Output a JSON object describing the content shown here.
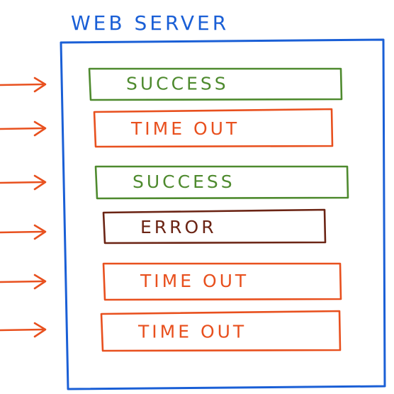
{
  "diagram": {
    "title": "WEB SERVER",
    "colors": {
      "server": "#1a5fd6",
      "arrow": "#e8501e",
      "success": "#4e8a2e",
      "timeout": "#e8501e",
      "error": "#6b2414"
    },
    "rows": [
      {
        "label": "SUCCESS",
        "status": "success"
      },
      {
        "label": "TIME OUT",
        "status": "timeout"
      },
      {
        "label": "SUCCESS",
        "status": "success"
      },
      {
        "label": "ERROR",
        "status": "error"
      },
      {
        "label": "TIME OUT",
        "status": "timeout"
      },
      {
        "label": "TIME OUT",
        "status": "timeout"
      }
    ]
  }
}
